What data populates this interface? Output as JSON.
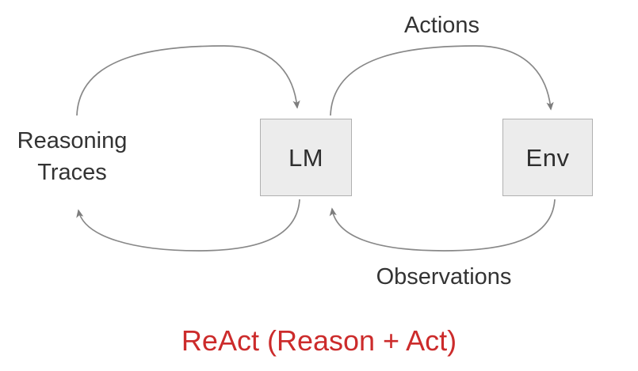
{
  "diagram": {
    "title_caption": "ReAct (Reason + Act)",
    "background_color": "#ffffff",
    "caption_color": "#cc2b2b",
    "node_fill_color": "#ececec",
    "node_border_color": "#b0b0b0",
    "arrow_color": "#888888",
    "text_color": "#333333",
    "nodes": [
      {
        "id": "lm",
        "label": "LM",
        "icon": "rectangle-node"
      },
      {
        "id": "env",
        "label": "Env",
        "icon": "rectangle-node"
      }
    ],
    "edges": [
      {
        "id": "reasoning-traces",
        "label": "Reasoning Traces",
        "label_lines": [
          "Reasoning",
          "Traces"
        ],
        "from": "lm",
        "to": "lm",
        "direction": "self-loop-left",
        "arrowhead": "both-ends"
      },
      {
        "id": "actions",
        "label": "Actions",
        "from": "lm",
        "to": "env",
        "direction": "top-arc-right",
        "arrowhead": "at-env"
      },
      {
        "id": "observations",
        "label": "Observations",
        "from": "env",
        "to": "lm",
        "direction": "bottom-arc-left",
        "arrowhead": "at-lm"
      }
    ]
  }
}
